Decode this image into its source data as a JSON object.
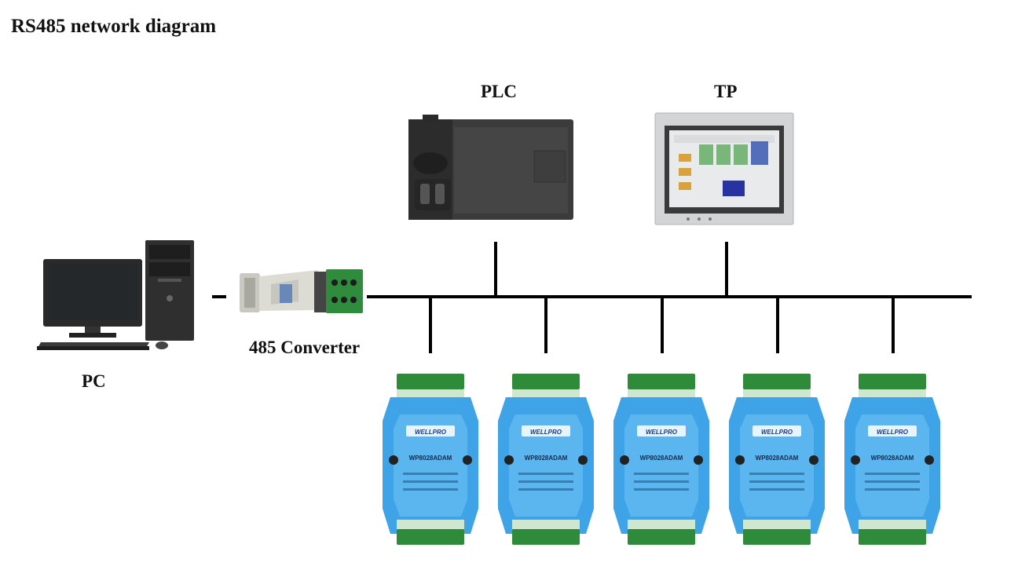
{
  "title": "RS485 network diagram",
  "labels": {
    "pc": "PC",
    "converter": "485 Converter",
    "plc": "PLC",
    "tp": "TP"
  },
  "module": {
    "brand": "WELLPRO",
    "model": "WP8028ADAM",
    "count": 5
  },
  "colors": {
    "module_blue": "#3fa3e8",
    "terminal_green": "#2e8b3a",
    "bus_line": "#000000"
  }
}
